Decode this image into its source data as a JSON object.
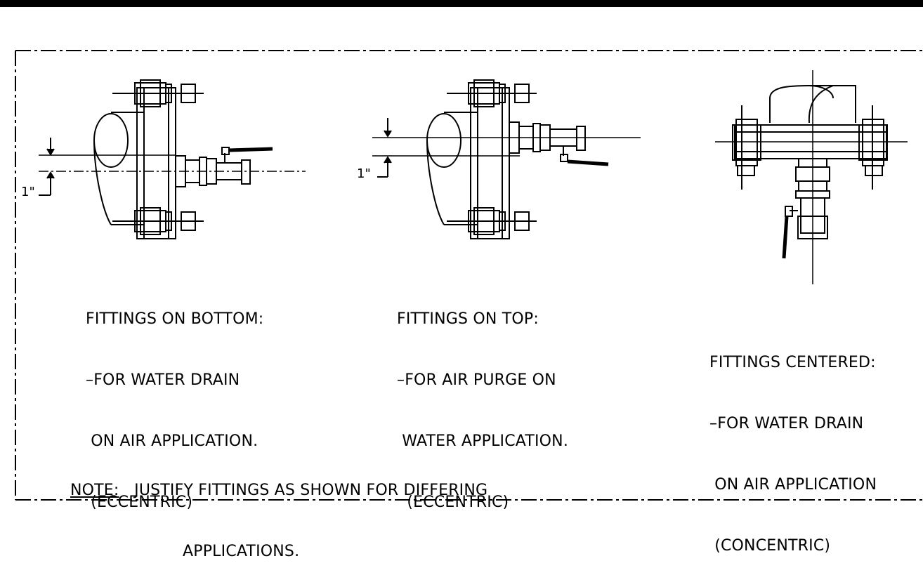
{
  "details": [
    {
      "id": "bottom",
      "dimension": "1\"",
      "caption": [
        "FITTINGS ON BOTTOM:",
        "–FOR WATER DRAIN",
        " ON AIR APPLICATION.",
        " (ECCENTRIC)"
      ]
    },
    {
      "id": "top",
      "dimension": "1\"",
      "caption": [
        "FITTINGS ON TOP:",
        "–FOR AIR PURGE ON",
        " WATER APPLICATION.",
        "  (ECCENTRIC)"
      ]
    },
    {
      "id": "centered",
      "caption": [
        "FITTINGS CENTERED:",
        "–FOR WATER DRAIN",
        " ON AIR APPLICATION",
        " (CONCENTRIC)"
      ]
    }
  ],
  "note": {
    "label": "NOTE:",
    "line1": "JUSTIFY FITTINGS AS SHOWN FOR DIFFERING",
    "line2": "APPLICATIONS."
  }
}
